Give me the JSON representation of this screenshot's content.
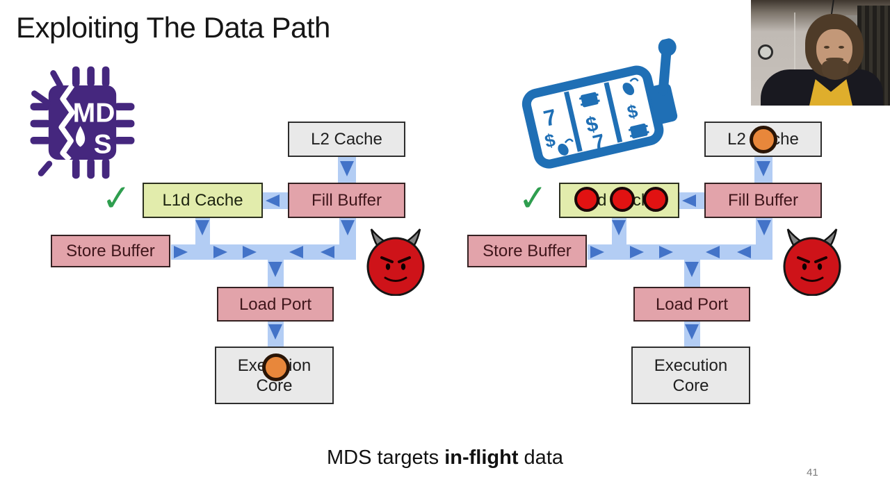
{
  "slide": {
    "title": "Exploiting The Data Path",
    "caption_prefix": "MDS targets ",
    "caption_bold": "in-flight",
    "caption_suffix": " data",
    "page_number": "41"
  },
  "diagram": {
    "l2_label": "L2 Cache",
    "l1d_label": "L1d Cache",
    "fill_label": "Fill Buffer",
    "store_label": "Store Buffer",
    "load_label": "Load Port",
    "exec_line1": "Execution",
    "exec_line2": "Core",
    "checkmark_glyph": "✓"
  },
  "icons": {
    "mds_md": "MD",
    "mds_s": "S",
    "slot_seven": "7",
    "slot_dollar": "$"
  },
  "colors": {
    "arrow_band_blue": "#b3cdf4",
    "arrowhead_blue": "#4373c8",
    "box_pink": "#e2a3aa",
    "box_green": "#e2ecac",
    "box_gray": "#e9e9e9",
    "mds_purple": "#45277e",
    "slot_blue": "#1f6fb5",
    "devil_red": "#ce1319",
    "dot_orange": "#e8873b",
    "dot_red": "#e11212",
    "check_green": "#2f9e4f"
  }
}
